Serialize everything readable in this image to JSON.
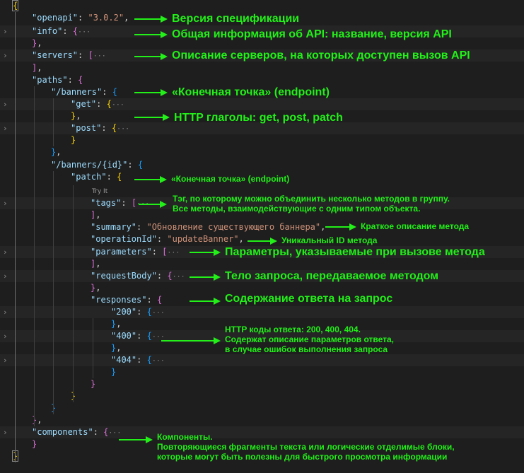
{
  "code": {
    "lines": [
      {
        "tokens": [
          {
            "t": "{",
            "c": "p1"
          }
        ]
      },
      {
        "tokens": [
          {
            "t": "\"openapi\"",
            "c": "key"
          },
          {
            "t": ": ",
            "c": "punc"
          },
          {
            "t": "\"3.0.2\"",
            "c": "str"
          },
          {
            "t": ",",
            "c": "punc"
          }
        ]
      },
      {
        "tokens": [
          {
            "t": "\"info\"",
            "c": "key"
          },
          {
            "t": ": ",
            "c": "punc"
          },
          {
            "t": "{",
            "c": "p2"
          },
          {
            "t": "···",
            "c": "ell"
          }
        ]
      },
      {
        "tokens": [
          {
            "t": "}",
            "c": "p2"
          },
          {
            "t": ",",
            "c": "punc"
          }
        ]
      },
      {
        "tokens": [
          {
            "t": "\"servers\"",
            "c": "key"
          },
          {
            "t": ": ",
            "c": "punc"
          },
          {
            "t": "[",
            "c": "p2"
          },
          {
            "t": "···",
            "c": "ell"
          }
        ]
      },
      {
        "tokens": [
          {
            "t": "]",
            "c": "p2"
          },
          {
            "t": ",",
            "c": "punc"
          }
        ]
      },
      {
        "tokens": [
          {
            "t": "\"paths\"",
            "c": "key"
          },
          {
            "t": ": ",
            "c": "punc"
          },
          {
            "t": "{",
            "c": "p2"
          }
        ]
      },
      {
        "tokens": [
          {
            "t": "\"/banners\"",
            "c": "key"
          },
          {
            "t": ": ",
            "c": "punc"
          },
          {
            "t": "{",
            "c": "p3"
          }
        ]
      },
      {
        "tokens": [
          {
            "t": "\"get\"",
            "c": "key"
          },
          {
            "t": ": ",
            "c": "punc"
          },
          {
            "t": "{",
            "c": "p1"
          },
          {
            "t": "···",
            "c": "ell"
          }
        ]
      },
      {
        "tokens": [
          {
            "t": "}",
            "c": "p1"
          },
          {
            "t": ",",
            "c": "punc"
          }
        ]
      },
      {
        "tokens": [
          {
            "t": "\"post\"",
            "c": "key"
          },
          {
            "t": ": ",
            "c": "punc"
          },
          {
            "t": "{",
            "c": "p1"
          },
          {
            "t": "···",
            "c": "ell"
          }
        ]
      },
      {
        "tokens": [
          {
            "t": "}",
            "c": "p1"
          }
        ]
      },
      {
        "tokens": [
          {
            "t": "}",
            "c": "p3"
          },
          {
            "t": ",",
            "c": "punc"
          }
        ]
      },
      {
        "tokens": [
          {
            "t": "\"/banners/{id}\"",
            "c": "key"
          },
          {
            "t": ": ",
            "c": "punc"
          },
          {
            "t": "{",
            "c": "p3"
          }
        ]
      },
      {
        "tokens": [
          {
            "t": "\"patch\"",
            "c": "key"
          },
          {
            "t": ": ",
            "c": "punc"
          },
          {
            "t": "{",
            "c": "p1"
          }
        ]
      },
      {
        "tokens": []
      },
      {
        "tokens": [
          {
            "t": "\"tags\"",
            "c": "key"
          },
          {
            "t": ": ",
            "c": "punc"
          },
          {
            "t": "[",
            "c": "p2"
          },
          {
            "t": "···",
            "c": "ell"
          }
        ]
      },
      {
        "tokens": [
          {
            "t": "]",
            "c": "p2"
          },
          {
            "t": ",",
            "c": "punc"
          }
        ]
      },
      {
        "tokens": [
          {
            "t": "\"summary\"",
            "c": "key"
          },
          {
            "t": ": ",
            "c": "punc"
          },
          {
            "t": "\"Обновление существующего баннера\"",
            "c": "str"
          },
          {
            "t": ",",
            "c": "punc"
          }
        ]
      },
      {
        "tokens": [
          {
            "t": "\"operationId\"",
            "c": "key"
          },
          {
            "t": ": ",
            "c": "punc"
          },
          {
            "t": "\"updateBanner\"",
            "c": "str"
          },
          {
            "t": ",",
            "c": "punc"
          }
        ]
      },
      {
        "tokens": [
          {
            "t": "\"parameters\"",
            "c": "key"
          },
          {
            "t": ": ",
            "c": "punc"
          },
          {
            "t": "[",
            "c": "p2"
          },
          {
            "t": "···",
            "c": "ell"
          }
        ]
      },
      {
        "tokens": [
          {
            "t": "]",
            "c": "p2"
          },
          {
            "t": ",",
            "c": "punc"
          }
        ]
      },
      {
        "tokens": [
          {
            "t": "\"requestBody\"",
            "c": "key"
          },
          {
            "t": ": ",
            "c": "punc"
          },
          {
            "t": "{",
            "c": "p2"
          },
          {
            "t": "···",
            "c": "ell"
          }
        ]
      },
      {
        "tokens": [
          {
            "t": "}",
            "c": "p2"
          },
          {
            "t": ",",
            "c": "punc"
          }
        ]
      },
      {
        "tokens": [
          {
            "t": "\"responses\"",
            "c": "key"
          },
          {
            "t": ": ",
            "c": "punc"
          },
          {
            "t": "{",
            "c": "p2"
          }
        ]
      },
      {
        "tokens": [
          {
            "t": "\"200\"",
            "c": "key"
          },
          {
            "t": ": ",
            "c": "punc"
          },
          {
            "t": "{",
            "c": "p3"
          },
          {
            "t": "···",
            "c": "ell"
          }
        ]
      },
      {
        "tokens": [
          {
            "t": "}",
            "c": "p3"
          },
          {
            "t": ",",
            "c": "punc"
          }
        ]
      },
      {
        "tokens": [
          {
            "t": "\"400\"",
            "c": "key"
          },
          {
            "t": ": ",
            "c": "punc"
          },
          {
            "t": "{",
            "c": "p3"
          },
          {
            "t": "···",
            "c": "ell"
          }
        ]
      },
      {
        "tokens": [
          {
            "t": "}",
            "c": "p3"
          },
          {
            "t": ",",
            "c": "punc"
          }
        ]
      },
      {
        "tokens": [
          {
            "t": "\"404\"",
            "c": "key"
          },
          {
            "t": ": ",
            "c": "punc"
          },
          {
            "t": "{",
            "c": "p3"
          },
          {
            "t": "···",
            "c": "ell"
          }
        ]
      },
      {
        "tokens": [
          {
            "t": "}",
            "c": "p3"
          }
        ]
      },
      {
        "tokens": [
          {
            "t": "}",
            "c": "p2"
          }
        ]
      },
      {
        "tokens": [
          {
            "t": "}",
            "c": "p1"
          }
        ]
      },
      {
        "tokens": [
          {
            "t": "}",
            "c": "p3"
          }
        ]
      },
      {
        "tokens": [
          {
            "t": "}",
            "c": "p2"
          },
          {
            "t": ",",
            "c": "punc"
          }
        ]
      },
      {
        "tokens": [
          {
            "t": "\"components\"",
            "c": "key"
          },
          {
            "t": ": ",
            "c": "punc"
          },
          {
            "t": "{",
            "c": "p2"
          },
          {
            "t": "···",
            "c": "ell"
          }
        ]
      },
      {
        "tokens": [
          {
            "t": "}",
            "c": "p2"
          }
        ]
      },
      {
        "tokens": [
          {
            "t": "}",
            "c": "p1"
          }
        ]
      }
    ]
  },
  "codelens": {
    "try_it": "Try It"
  },
  "annotations": [
    {
      "id": "spec-version",
      "text": "Версия спецификации"
    },
    {
      "id": "api-info",
      "text": "Общая информация об API: название, версия API"
    },
    {
      "id": "servers",
      "text": "Описание серверов, на которых доступен вызов API"
    },
    {
      "id": "endpoint-banners",
      "text": "«Конечная точка» (endpoint)"
    },
    {
      "id": "http-verbs",
      "text": "HTTP глаголы: get, post, patch"
    },
    {
      "id": "endpoint-banner-id",
      "text": "«Конечная точка» (endpoint)"
    },
    {
      "id": "tags",
      "text": "Тэг, по которому можно объединить несколько методов в группу.\nВсе методы, взаимодействующие с одним типом объекта."
    },
    {
      "id": "summary",
      "text": "Краткое описание метода"
    },
    {
      "id": "operation-id",
      "text": "Уникальный ID метода"
    },
    {
      "id": "parameters",
      "text": "Параметры, указываемые при вызове метода"
    },
    {
      "id": "request-body",
      "text": "Тело запроса, передаваемое методом"
    },
    {
      "id": "responses",
      "text": "Содержание ответа на запрос"
    },
    {
      "id": "status-codes",
      "text": "HTTP коды ответа: 200, 400, 404.\nСодержат описание параметров ответа,\nв случае ошибок выполнения запроса"
    },
    {
      "id": "components",
      "text": "Компоненты.\nПовторяющиеся фрагменты текста или логические отделимые блоки,\nкоторые могут быть полезны для быстрого просмотра информации"
    }
  ],
  "colors": {
    "background": "#1e1e1e",
    "key": "#9cdcfe",
    "string": "#ce9178",
    "bracket_gold": "#ffd700",
    "bracket_orchid": "#da70d6",
    "bracket_blue": "#179fff",
    "annotation": "#22f018"
  }
}
